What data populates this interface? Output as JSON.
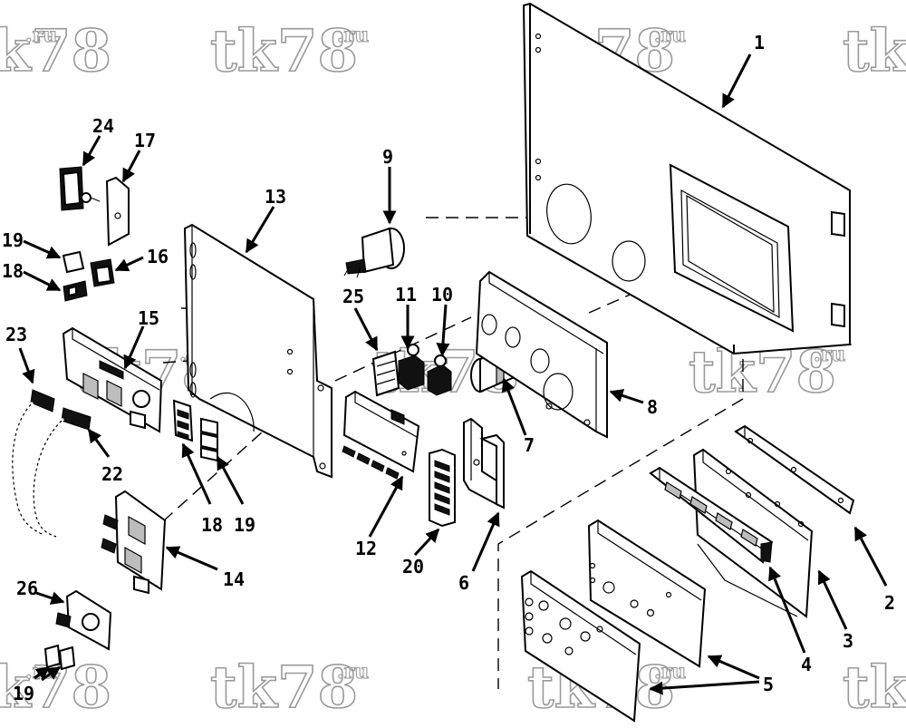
{
  "watermark": {
    "main": "tk78",
    "sub": ".ru"
  },
  "callouts": [
    {
      "id": "c1",
      "label": "1"
    },
    {
      "id": "c2",
      "label": "2"
    },
    {
      "id": "c3",
      "label": "3"
    },
    {
      "id": "c4",
      "label": "4"
    },
    {
      "id": "c5",
      "label": "5"
    },
    {
      "id": "c6",
      "label": "6"
    },
    {
      "id": "c7",
      "label": "7"
    },
    {
      "id": "c8",
      "label": "8"
    },
    {
      "id": "c9",
      "label": "9"
    },
    {
      "id": "c10",
      "label": "10"
    },
    {
      "id": "c11",
      "label": "11"
    },
    {
      "id": "c12",
      "label": "12"
    },
    {
      "id": "c13",
      "label": "13"
    },
    {
      "id": "c14",
      "label": "14"
    },
    {
      "id": "c15",
      "label": "15"
    },
    {
      "id": "c16",
      "label": "16"
    },
    {
      "id": "c17",
      "label": "17"
    },
    {
      "id": "c18a",
      "label": "18"
    },
    {
      "id": "c18b",
      "label": "18"
    },
    {
      "id": "c19a",
      "label": "19"
    },
    {
      "id": "c19b",
      "label": "19"
    },
    {
      "id": "c19c",
      "label": "19"
    },
    {
      "id": "c20",
      "label": "20"
    },
    {
      "id": "c22",
      "label": "22"
    },
    {
      "id": "c23",
      "label": "23"
    },
    {
      "id": "c24",
      "label": "24"
    },
    {
      "id": "c25",
      "label": "25"
    },
    {
      "id": "c26",
      "label": "26"
    }
  ]
}
